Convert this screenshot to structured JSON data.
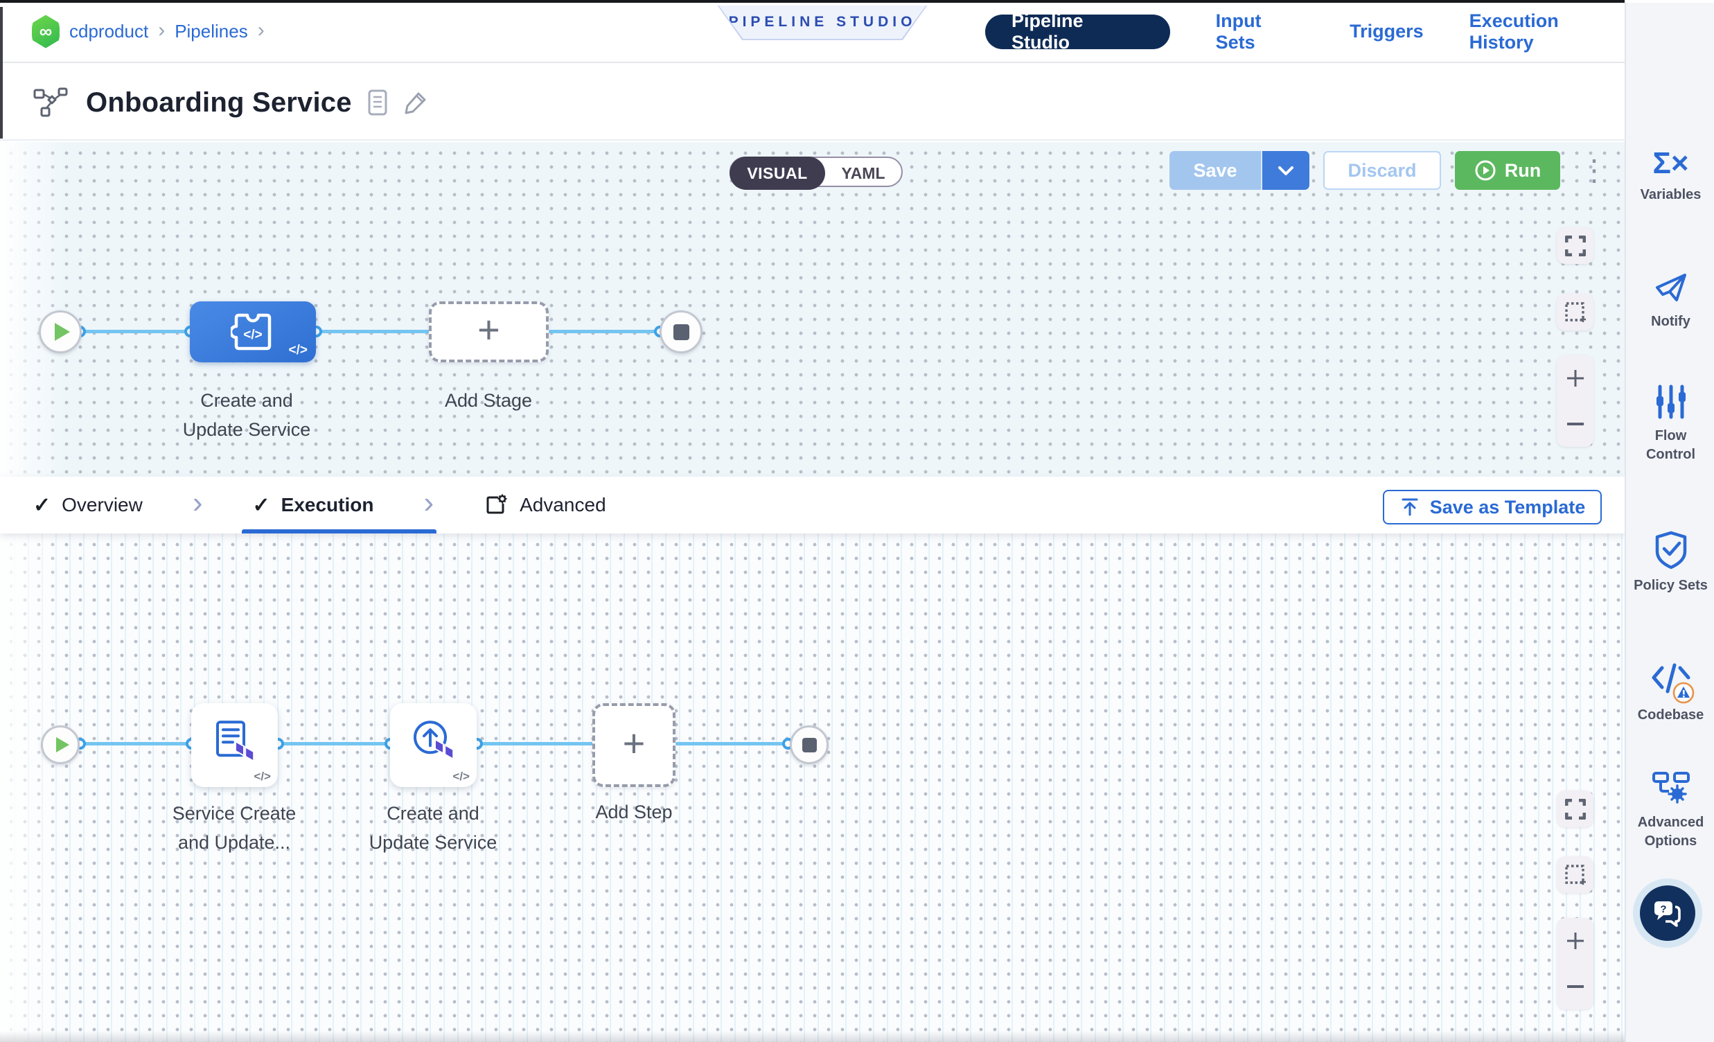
{
  "breadcrumb": {
    "project": "cdproduct",
    "section": "Pipelines"
  },
  "banner": {
    "label": "PIPELINE STUDIO"
  },
  "top_nav": {
    "active": "Pipeline Studio",
    "items": [
      {
        "label": "Pipeline Studio"
      },
      {
        "label": "Input Sets"
      },
      {
        "label": "Triggers"
      },
      {
        "label": "Execution History"
      }
    ]
  },
  "toolbar": {
    "title": "Onboarding Service",
    "mode_visual": "VISUAL",
    "mode_yaml": "YAML",
    "mode_active": "VISUAL",
    "save": "Save",
    "discard": "Discard",
    "run": "Run"
  },
  "stage_canvas": {
    "stage_label_line1": "Create and",
    "stage_label_line2": "Update Service",
    "add_stage": "Add Stage"
  },
  "tabs": {
    "overview": "Overview",
    "execution": "Execution",
    "advanced": "Advanced",
    "active": "Execution",
    "save_as_template": "Save as Template"
  },
  "step_canvas": {
    "step1_label_line1": "Service Create",
    "step1_label_line2": "and Update...",
    "step2_label_line1": "Create and",
    "step2_label_line2": "Update Service",
    "add_step": "Add Step"
  },
  "sidebar": {
    "items": [
      {
        "label": "Variables"
      },
      {
        "label": "Notify"
      },
      {
        "label": "Flow Control"
      },
      {
        "label": "Policy Sets"
      },
      {
        "label": "Codebase"
      },
      {
        "label": "Advanced Options"
      }
    ]
  },
  "icons": {
    "check": "✓",
    "chevron": "›",
    "breadcrumb_sep": "›",
    "kebab": "⋮",
    "plus": "+",
    "code_marker": "</>",
    "variables_glyph": "Σ×",
    "codebase_glyph": "</>",
    "harness_glyph": "∞"
  },
  "colors": {
    "accent_blue": "#2a6ad4",
    "navy": "#0e2b55",
    "run_green": "#5cb85f",
    "save_disabled_blue": "#a3c6ef",
    "connector_blue": "#74c5f1",
    "stage_node_blue": "#2e6fd2",
    "terraform_purple": "#5c4bd3",
    "harness_green": "#2fb94f",
    "canvas_upper_bg": "#eef6fa",
    "canvas_lower_bg": "#fafcfe",
    "toggle_dark": "#403c50"
  }
}
